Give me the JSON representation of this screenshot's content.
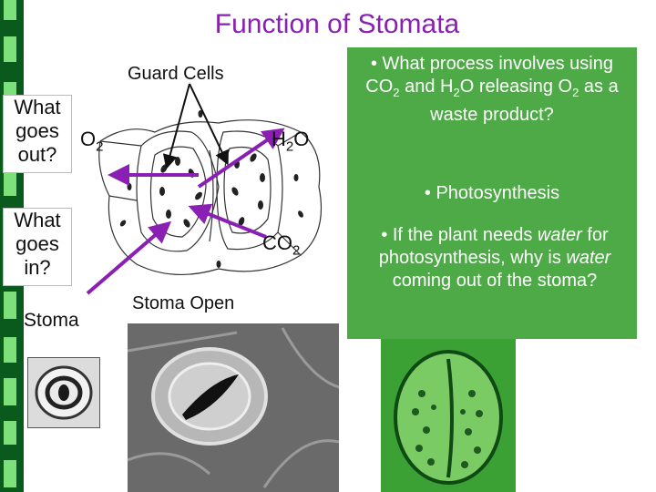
{
  "slide": {
    "title": "Function of Stomata",
    "guard_cells_label": "Guard Cells",
    "question_out": [
      "What",
      "goes",
      "out?"
    ],
    "question_in": [
      "What",
      "goes",
      "in?"
    ],
    "o2_label": {
      "main": "O",
      "sub": "2"
    },
    "h2o_label": {
      "a": "H",
      "sub": "2",
      "b": "O"
    },
    "co2_label": {
      "main": "CO",
      "sub": "2"
    },
    "stoma_label": "Stoma",
    "stoma_open_label": "Stoma Open"
  },
  "info": {
    "q1": {
      "a": "• What process involves using CO",
      "sub1": "2",
      "b": " and H",
      "sub2": "2",
      "c": "O releasing O",
      "sub3": "2",
      "d": " as a waste product?"
    },
    "answer": "• Photosynthesis",
    "q2": {
      "a": "• If the plant needs ",
      "em1": "water",
      "b": " for photosynthesis, why is ",
      "em2": "water",
      "c": " coming out of the stoma?"
    }
  },
  "colors": {
    "title": "#8a1fb3",
    "arrow": "#8a1fb3",
    "info_box": "#4eaa47",
    "sidebar_dark": "#0a5a1e",
    "sidebar_light": "#7ee07a"
  }
}
